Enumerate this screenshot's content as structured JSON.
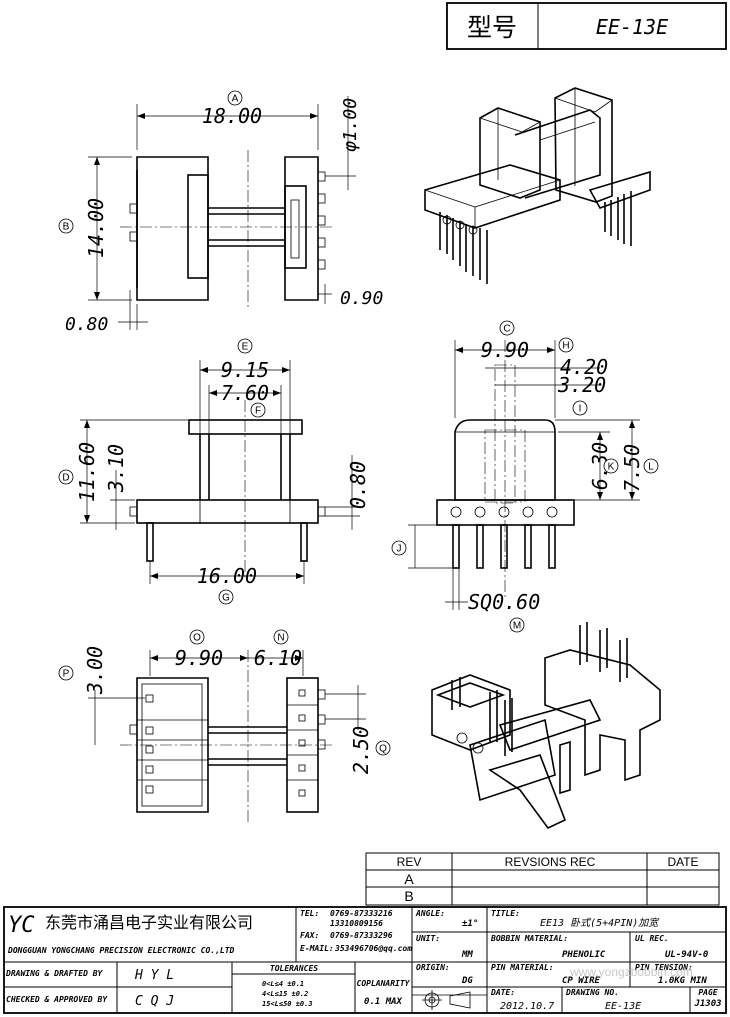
{
  "header": {
    "type_label": "型号",
    "model": "EE-13E"
  },
  "dimensions": {
    "A": "18.00",
    "diameter": "φ1.00",
    "B": "14.00",
    "d090": "0.90",
    "d080a": "0.80",
    "E": "9.15",
    "F": "7.60",
    "D": "11.60",
    "d310": "3.10",
    "d080b": "0.80",
    "G": "16.00",
    "C": "9.90",
    "H": "4.20",
    "I": "3.20",
    "K": "6.30",
    "L": "7.50",
    "sq": "SQ0.60",
    "O": "9.90",
    "N": "6.10",
    "P": "3.00",
    "Q": "2.50"
  },
  "balloons": [
    "A",
    "B",
    "E",
    "F",
    "D",
    "G",
    "C",
    "H",
    "I",
    "K",
    "L",
    "J",
    "M",
    "O",
    "N",
    "P",
    "Q"
  ],
  "revision": {
    "col_rev": "REV",
    "col_rec": "REVSIONS REC",
    "col_date": "DATE",
    "rows": [
      "A",
      "B"
    ]
  },
  "company": {
    "logo": "YC",
    "name_cn": "东莞市涌昌电子实业有限公司",
    "name_en": "DONGGUAN YONGCHANG PRECISION ELECTRONIC CO.,LTD",
    "tel_label": "TEL:",
    "tel1": "0769-87333216",
    "tel2": "13310809156",
    "fax_label": "FAX:",
    "fax": "0769-87333296",
    "email_label": "E-MAIL:",
    "email": "353496706@qq.com"
  },
  "title_block": {
    "angle_label": "ANGLE:",
    "angle_value": "±1°",
    "title_label": "TITLE:",
    "title_value": "EE13 卧式(5+4PIN)加宽",
    "unit_label": "UNIT:",
    "unit_value": "MM",
    "bobbin_label": "BOBBIN MATERIAL:",
    "bobbin_value": "PHENOLIC",
    "ul_label": "UL REC.",
    "ul_value": "UL-94V-0",
    "origin_label": "ORIGIN:",
    "origin_value": "DG",
    "pin_label": "PIN MATERIAL:",
    "pin_value": "CP WIRE",
    "tension_label": "PIN TENSION:",
    "tension_value": "1.0KG MIN",
    "drawn_label": "DRAWING & DRAFTED BY",
    "drawn_value": "H Y L",
    "checked_label": "CHECKED & APPROVED BY",
    "checked_value": "C Q J",
    "tolerances_label": "TOLERANCES",
    "tol1": "0<L≤4   ±0.1",
    "tol2": "4<L≤15  ±0.2",
    "tol3": "15<L≤50 ±0.3",
    "coplanarity_label": "COPLANARITY",
    "coplanarity_value": "0.1 MAX",
    "date_label": "DATE:",
    "date_value": "2012.10.7",
    "drawing_no_label": "DRAWING NO.",
    "drawing_no_value": "EE-13E",
    "page_label": "PAGE",
    "page_value": "J1303"
  },
  "watermark": "www.yongzbobbin.com"
}
